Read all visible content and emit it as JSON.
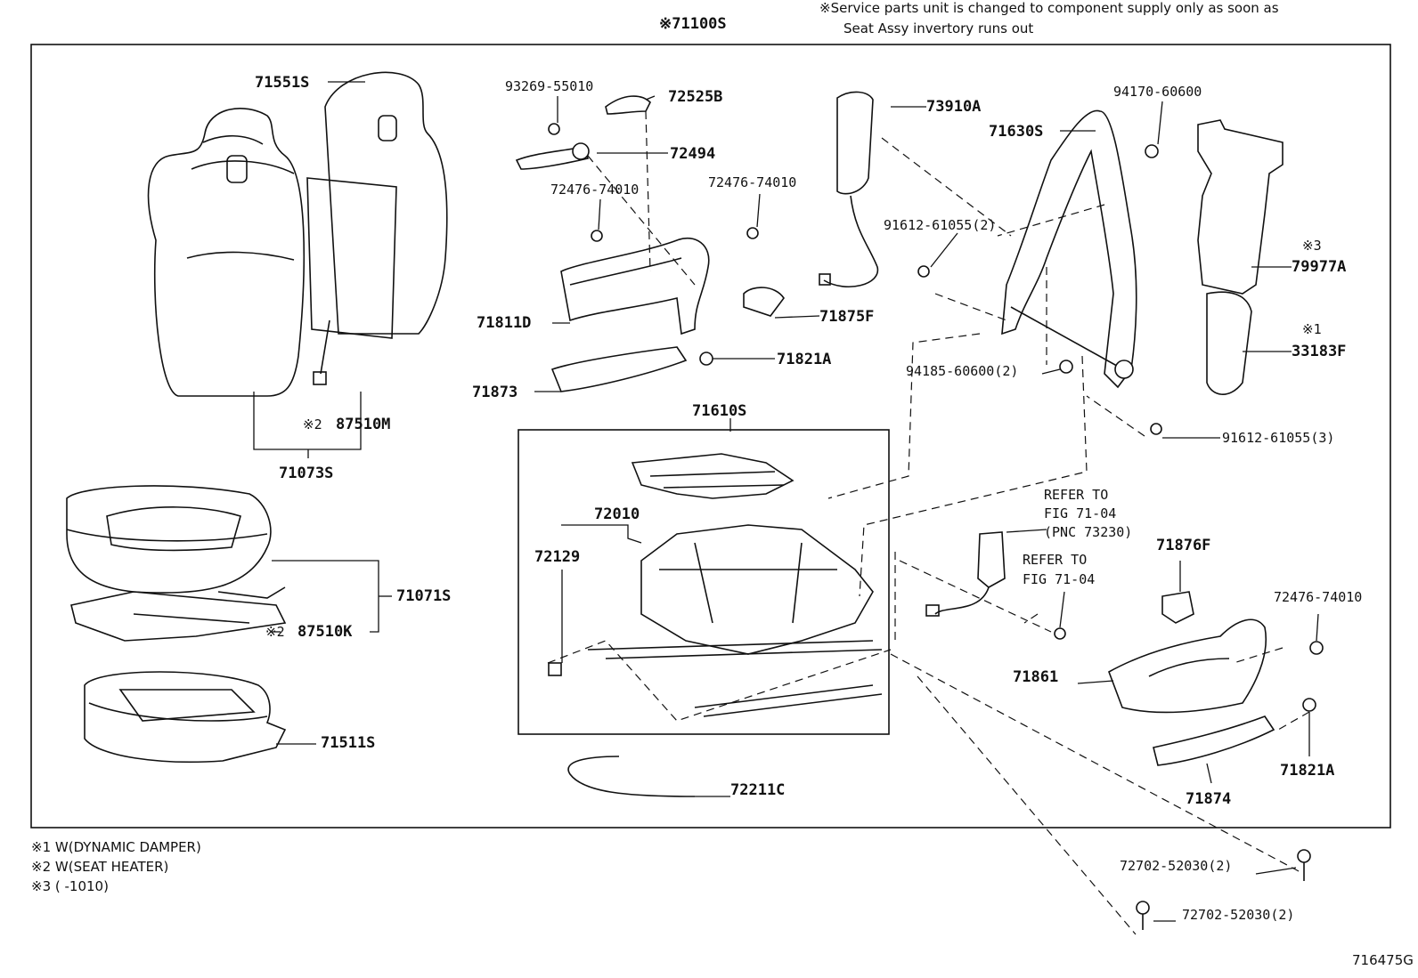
{
  "header": {
    "assembly_code": "※71100S",
    "service_note_line1": "※Service parts unit is changed to component supply only as soon as",
    "service_note_line2": "Seat Assy invertory runs out"
  },
  "labels": {
    "p71551S": "71551S",
    "p93269": "93269-55010",
    "p72525B": "72525B",
    "p72494": "72494",
    "p73910A": "73910A",
    "p94170": "94170-60600",
    "p71630S": "71630S",
    "p72476a": "72476-74010",
    "p72476b": "72476-74010",
    "p91612a": "91612-61055(2)",
    "p79977A": "79977A",
    "p79977A_mark": "※3",
    "p71811D": "71811D",
    "p71875F": "71875F",
    "p33183F": "33183F",
    "p33183F_mark": "※1",
    "p71821A_top": "71821A",
    "p94185": "94185-60600(2)",
    "p71873": "71873",
    "p91612b": "91612-61055(3)",
    "p87510M": "87510M",
    "p87510M_mark": "※2",
    "p71073S": "71073S",
    "p71610S": "71610S",
    "p72010": "72010",
    "p72129": "72129",
    "p71071S": "71071S",
    "p87510K": "87510K",
    "p87510K_mark": "※2",
    "p71876F": "71876F",
    "p72476c": "72476-74010",
    "p71861": "71861",
    "p71511S": "71511S",
    "p71821A_bot": "71821A",
    "p71874": "71874",
    "p72211C": "72211C",
    "p72702a": "72702-52030(2)",
    "p72702b": "72702-52030(2)"
  },
  "refer": {
    "r1_line1": "REFER TO",
    "r1_line2": "FIG 71-04",
    "r1_line3": "(PNC 73230)",
    "r2_line1": "REFER TO",
    "r2_line2": "FIG 71-04"
  },
  "footnotes": [
    "※1  W(DYNAMIC  DAMPER)",
    "※2  W(SEAT HEATER)",
    "※3  (      -1010)"
  ],
  "figure_number": "716475G"
}
